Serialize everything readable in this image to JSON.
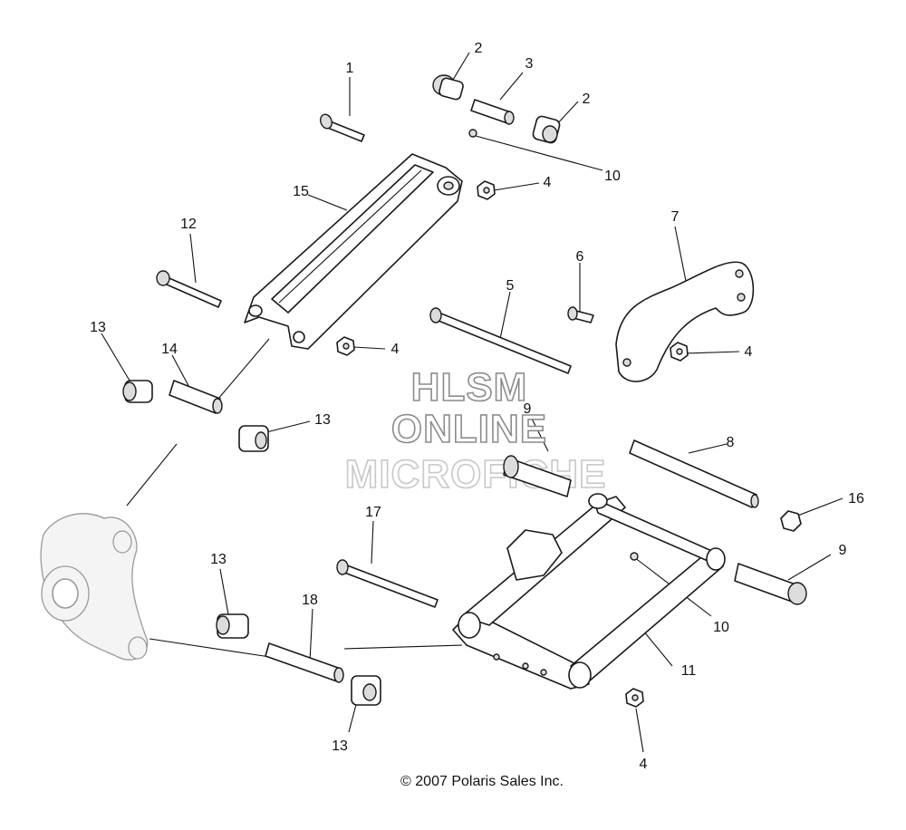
{
  "watermark": {
    "line1": "HLSM",
    "line2": "ONLINE",
    "line3": "MICROFICHE"
  },
  "copyright": "© 2007 Polaris Sales Inc.",
  "callouts": {
    "c1": "1",
    "c2a": "2",
    "c2b": "2",
    "c3": "3",
    "c4a": "4",
    "c4b": "4",
    "c4c": "4",
    "c4d": "4",
    "c5": "5",
    "c6": "6",
    "c7": "7",
    "c8": "8",
    "c9a": "9",
    "c9b": "9",
    "c10a": "10",
    "c10b": "10",
    "c11": "11",
    "c12": "12",
    "c13a": "13",
    "c13b": "13",
    "c13c": "13",
    "c13d": "13",
    "c14": "14",
    "c15": "15",
    "c16": "16",
    "c17": "17",
    "c18": "18"
  }
}
